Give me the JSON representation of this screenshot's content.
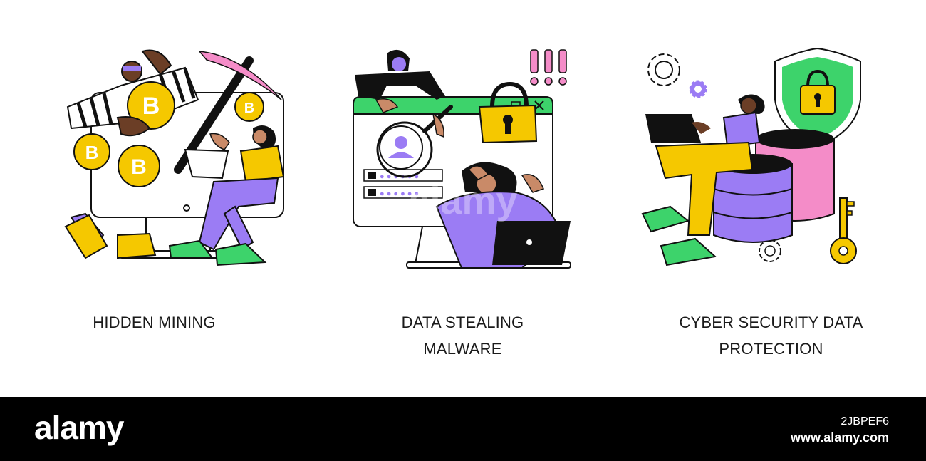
{
  "panels": [
    {
      "caption_line1": "HIDDEN MINING",
      "caption_line2": "",
      "illustration": "crypto-mining-thief-and-woman-with-laptop"
    },
    {
      "caption_line1": "DATA STEALING",
      "caption_line2": "MALWARE",
      "illustration": "hacker-stealing-login-credentials"
    },
    {
      "caption_line1": "CYBER SECURITY DATA",
      "caption_line2": "PROTECTION",
      "illustration": "woman-on-database-with-shield-and-key"
    }
  ],
  "colors": {
    "yellow": "#f5c800",
    "purple": "#9b7cf4",
    "green": "#3dd36b",
    "pink": "#f48cc8",
    "black": "#111111",
    "white": "#ffffff",
    "footer_bg": "#000000"
  },
  "watermark": {
    "text": "alamy"
  },
  "footer": {
    "logo": "alamy",
    "image_id": "2JBPEF6",
    "url": "www.alamy.com"
  }
}
